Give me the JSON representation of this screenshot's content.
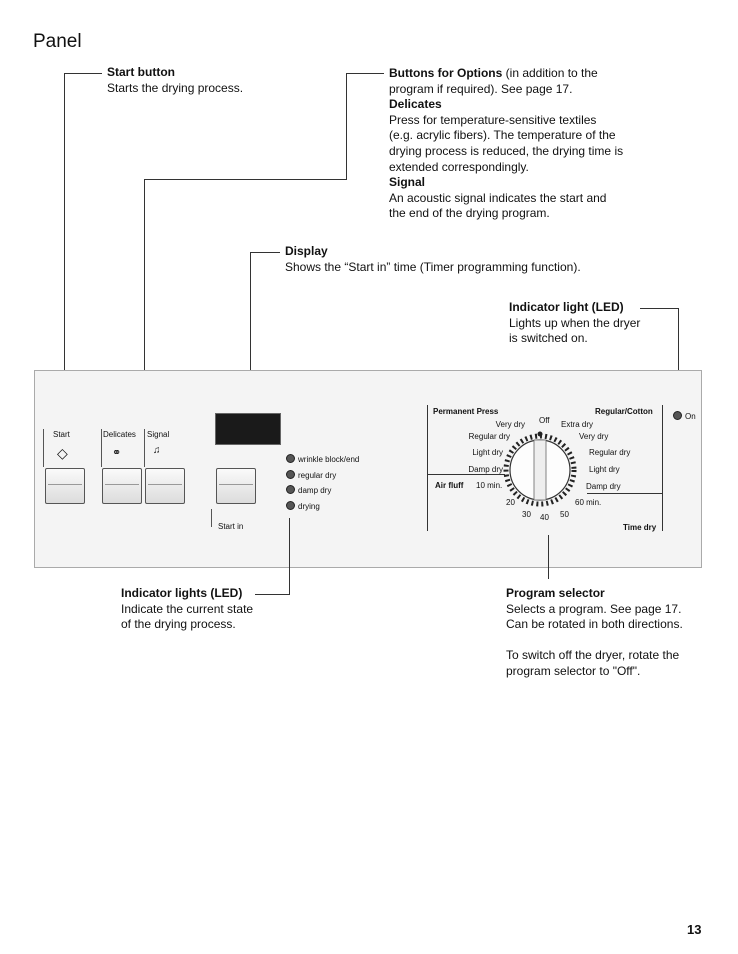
{
  "title": "Panel",
  "callouts": {
    "start": {
      "heading": "Start button",
      "body": "Starts the drying process."
    },
    "options": {
      "heading": "Buttons for Options",
      "heading_tail": " (in addition to the",
      "line2": "program if required). See page 17.",
      "delicates_heading": "Delicates",
      "delicates_lines": [
        "Press for temperature-sensitive textiles",
        "(e.g. acrylic fibers). The temperature of the",
        "drying process is reduced, the drying time is",
        "extended correspondingly."
      ],
      "signal_heading": "Signal",
      "signal_lines": [
        "An acoustic signal indicates the start and",
        "the end of the drying program."
      ]
    },
    "display": {
      "heading": "Display",
      "body": "Shows the “Start in” time (Timer programming function)."
    },
    "led": {
      "heading": "Indicator light (LED)",
      "lines": [
        "Lights up when the dryer",
        "is switched on."
      ]
    },
    "indicators": {
      "heading": "Indicator lights (LED)",
      "lines": [
        "Indicate the current state",
        "of the drying process."
      ]
    },
    "selector": {
      "heading": "Program selector",
      "lines": [
        "Selects a program. See page 17.",
        "Can be rotated in both directions."
      ],
      "lines2": [
        "To switch off the dryer, rotate the",
        "program selector to \"Off\"."
      ]
    }
  },
  "panel": {
    "labels": {
      "start": "Start",
      "delicates": "Delicates",
      "signal": "Signal",
      "start_in": "Start in"
    },
    "status": [
      "wrinkle block/end",
      "regular dry",
      "damp dry",
      "drying"
    ],
    "perm_press": "Permanent Press",
    "regular_cotton": "Regular/Cotton",
    "on": "On",
    "off": "Off",
    "left_programs": [
      "Very dry",
      "Regular dry",
      "Light dry",
      "Damp dry"
    ],
    "right_programs": [
      "Extra dry",
      "Very dry",
      "Regular dry",
      "Light dry",
      "Damp dry"
    ],
    "air_fluff": "Air fluff",
    "time_dry": "Time dry",
    "minutes": [
      "10 min.",
      "20",
      "30",
      "40",
      "50",
      "60 min."
    ]
  },
  "page_number": "13"
}
